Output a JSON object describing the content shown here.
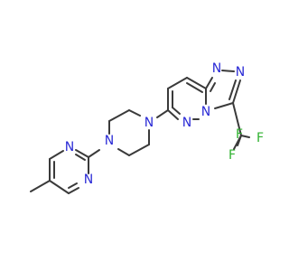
{
  "atom_labels": {
    "n_pyrimidine_top": "N",
    "n_pyrimidine_bottom": "N",
    "n_piperazine_left": "N",
    "n_piperazine_right": "N",
    "n_pyridazine": "N",
    "n_triazole_bridge": "N",
    "n_triazole_top_left": "N",
    "n_triazole_top_right": "N",
    "f_top": "F",
    "f_right": "F",
    "f_bottom": "F"
  },
  "colors": {
    "carbon_bond": "#3a3a3a",
    "nitrogen": "#2a2ad6",
    "fluorine": "#2fb12f",
    "background": "#ffffff"
  }
}
